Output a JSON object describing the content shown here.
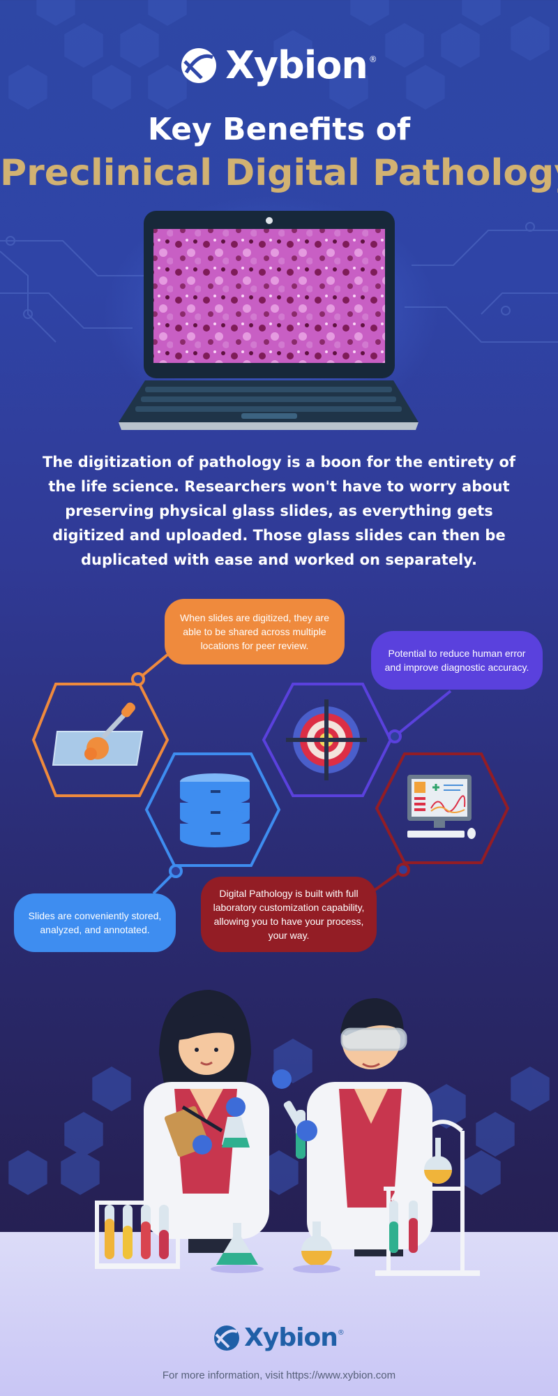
{
  "brand": {
    "name": "Xybion",
    "registered_mark": "®",
    "colors": {
      "gold": "#d2b272",
      "orange": "#ef8a3d",
      "purple": "#5a41dd",
      "blue": "#3e8df0",
      "red": "#931d25"
    }
  },
  "title": {
    "line1": "Key Benefits of",
    "line2": "Preclinical Digital Pathology"
  },
  "intro_text": "The digitization of pathology is a boon for the entirety of the life science. Researchers won't have to worry about preserving physical glass slides, as everything gets digitized and uploaded. Those glass slides can then be duplicated with ease and worked on separately.",
  "benefits": [
    {
      "text": "When slides are digitized, they are able to be shared across multiple locations for peer review.",
      "icon": "glass-slide-icon"
    },
    {
      "text": "Potential to reduce human error and improve diagnostic accuracy.",
      "icon": "target-icon"
    },
    {
      "text": "Slides are conveniently stored, analyzed, and annotated.",
      "icon": "database-icon"
    },
    {
      "text": "Digital Pathology is built with full laboratory customization capability, allowing you to have your process, your way.",
      "icon": "computer-icon"
    }
  ],
  "illustrations": [
    "laptop-icon",
    "scientist-woman",
    "scientist-man",
    "test-tubes-icon",
    "flask-icon",
    "lab-stand-icon"
  ],
  "footer": {
    "text": "For more information, visit https://www.xybion.com"
  }
}
